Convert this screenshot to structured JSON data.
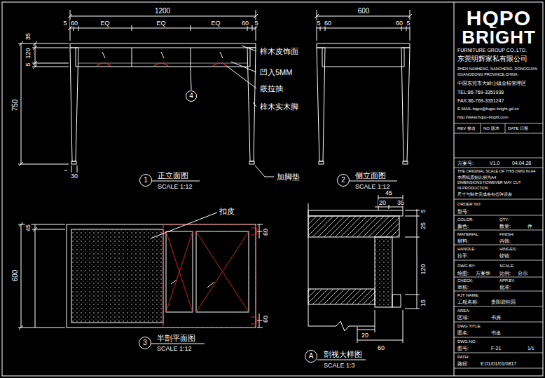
{
  "diagram": {
    "nodes": [
      {
        "text": [
          "4"
        ]
      },
      {
        "text": [
          "1"
        ]
      },
      {
        "text": [
          "2"
        ]
      },
      {
        "text": [
          "3"
        ]
      },
      {
        "text": [
          "A"
        ]
      }
    ],
    "labels": [
      "1200",
      "5",
      "60",
      "EQ",
      "EQ",
      "EQ",
      "60",
      "5",
      "35",
      "120",
      "5",
      "750",
      "梓木皮饰面",
      "凹入5MM",
      "嵌拉抽",
      "梓木实木脚",
      "加脚垫",
      "30",
      "正立面图",
      "SCALE 1:12",
      "600",
      "5",
      "60",
      "60",
      "5",
      "侧立面图",
      "SCALE 1:12",
      "扣皮",
      "45",
      "600",
      "60",
      "60",
      "半剖平面图",
      "SCALE 1:12",
      "45",
      "20",
      "35",
      "5",
      "25",
      "120",
      "15",
      "20",
      "60",
      "剖视大样图",
      "SCALE 1:3",
      "HQPO",
      "BRIGHT",
      "FURNITURE GROUP CO.,LTD.",
      "东莞明辉家私有限公司",
      "ZHEN NANHENG, NANCHENG, DONGGUAN",
      "GUANGDONG PROVINCE,CHINA",
      "中国东莞市大岭山镇金桔管理区",
      "TEL:86-769-3351938",
      "FAX:86-769-3351247",
      "E-MAIL:hqpo@hqpo-bright.gd.cn",
      "http://www.hqpo-bright.com",
      "REV 修改",
      "NO 版本",
      "DATE 日期",
      "方案号:",
      "V1.0",
      "04.04.28",
      "THE ORIGINAL SCALE OF THIS DWG IN A4",
      "本图纸原始比例为A4",
      "DIMENSIONS HOWEVER MAY CUT",
      "IN PRODUCTION",
      "尺寸与制作完成会有些许误差",
      "ORDER NO:",
      "型号:",
      "COLOR:",
      "QTY:",
      "颜色:",
      "数量:",
      "件",
      "MATERIAL:",
      "FINISH:",
      "材料:",
      "内饰:",
      "HANDLE:",
      "HINGES:",
      "拉手:",
      "铰链:",
      "DWG BY:",
      "SCALE:",
      "绘图:",
      "方案华",
      "比例:",
      "分示",
      "CHECK:",
      "APP.BY:",
      "审核:",
      "批准:",
      "PJT NAME:",
      "工程名称:",
      "贵阳碧桂园",
      "AREA:",
      "区域:",
      "书房",
      "DWG TITLE:",
      "图名:",
      "书桌",
      "DWG.NO:",
      "图号:",
      "F-21",
      "1/1",
      "PATH:",
      "路径:",
      "E:01/01/01/0817"
    ]
  }
}
